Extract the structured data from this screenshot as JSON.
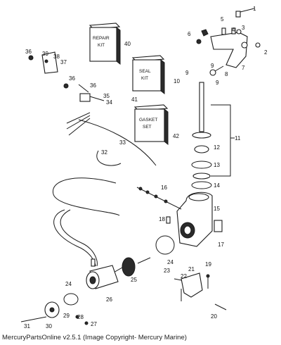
{
  "diagram": {
    "callouts": [
      "1",
      "2",
      "3",
      "4",
      "5",
      "6",
      "7",
      "8",
      "9",
      "10",
      "11",
      "12",
      "13",
      "14",
      "15",
      "16",
      "17",
      "18",
      "19",
      "20",
      "21",
      "22",
      "23",
      "24",
      "25",
      "26",
      "27",
      "28",
      "29",
      "30",
      "31",
      "32",
      "33",
      "34",
      "35",
      "36",
      "37",
      "38",
      "39",
      "40",
      "41",
      "42"
    ],
    "kits": {
      "repair": "REPAIR KIT",
      "seal": "SEAL KIT",
      "gasket": "GASKET SET"
    }
  },
  "footer": {
    "copyright": "MercuryPartsOnline v2.5.1 (Image Copyright- Mercury Marine)"
  }
}
